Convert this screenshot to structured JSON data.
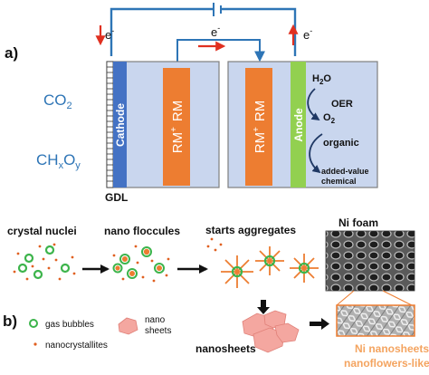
{
  "panel_a": {
    "label": "a)",
    "electron_left": "e",
    "electron_mid": "e",
    "electron_right": "e",
    "electron_sup": "-",
    "reactant_1": "CO",
    "reactant_1_sub": "2",
    "reactant_2_c": "C",
    "reactant_2_h": "H",
    "reactant_2_x": "x",
    "reactant_2_o": "O",
    "reactant_2_y": "y",
    "cathode_label": "Cathode",
    "gdl_label": "GDL",
    "rm_plus": "RM",
    "rm_plus_sup": "+",
    "rm": "RM",
    "anode_label": "Anode",
    "h2o": "H",
    "h2o_sub": "2",
    "h2o_o": "O",
    "oer": "OER",
    "o2": "O",
    "o2_sub": "2",
    "organic": "organic",
    "added_value": "added-value",
    "chemical": "chemical"
  },
  "panel_b": {
    "label": "b)",
    "crystal_nuclei": "crystal nuclei",
    "nano_floccules": "nano floccules",
    "starts_aggregates": "starts aggregates",
    "ni_foam": "Ni foam",
    "legend_gas_bubbles": "gas bubbles",
    "legend_nano_sheets_1": "nano",
    "legend_nano_sheets_2": "sheets",
    "legend_nanocrystallites": "nanocrystallites",
    "nanosheets": "nanosheets",
    "result_1": "Ni nanosheets",
    "result_2": "nanoflowers-like"
  },
  "colors": {
    "accent_blue": "#2e75b6",
    "electrode_blue": "#4472c4",
    "cell_fill": "#c9d6ee",
    "rm_orange": "#ed7d31",
    "anode_green": "#92d050",
    "arrow_red": "#e03020",
    "bubble_green": "#3cb44b",
    "dot_orange": "#e06020",
    "result_orange": "#f4a460"
  }
}
